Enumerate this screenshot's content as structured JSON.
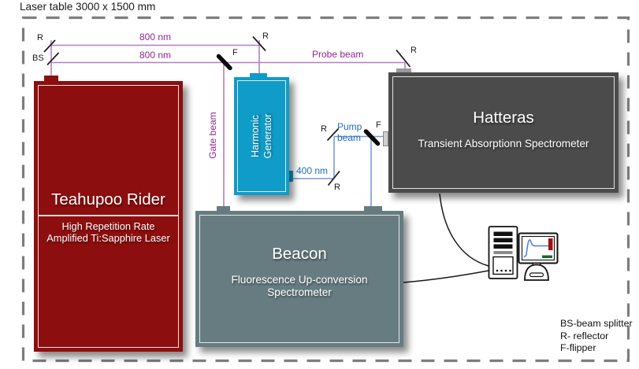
{
  "title": "Laser table 3000 x 1500 mm",
  "colors": {
    "laser_red": "#8d0e0e",
    "harmonic_cyan": "#0f9cc9",
    "hatteras_gray": "#4b4b4b",
    "beacon_slate": "#667c80",
    "beam_purple": "#b27fc1",
    "purple_text": "#93278f",
    "beam_blue": "#7b99d5",
    "blue_text": "#1f6db8"
  },
  "boxes": {
    "laser": {
      "title": "Teahupoo Rider",
      "subtitle1": "High Repetition Rate",
      "subtitle2": "Amplified Ti:Sapphire Laser"
    },
    "harmonic": {
      "line1": "Harmonic",
      "line2": "Generator"
    },
    "hatteras": {
      "title": "Hatteras",
      "subtitle": "Transient Absorptionn Spectrometer"
    },
    "beacon": {
      "title": "Beacon",
      "subtitle1": "Fluorescence Up-conversion",
      "subtitle2": "Spectrometer"
    }
  },
  "beam_labels": {
    "nm800_top": "800 nm",
    "nm800_bottom": "800 nm",
    "probe": "Probe beam",
    "gate": "Gate beam",
    "nm400": "400 nm",
    "pump": "Pump beam"
  },
  "optic_labels": {
    "r": "R",
    "bs": "BS",
    "f": "F"
  },
  "legend": {
    "bs": "BS-beam splitter",
    "r": "R- reflector",
    "f": "F-flipper"
  },
  "icons": {
    "computer": "desktop-computer-with-monitor"
  }
}
